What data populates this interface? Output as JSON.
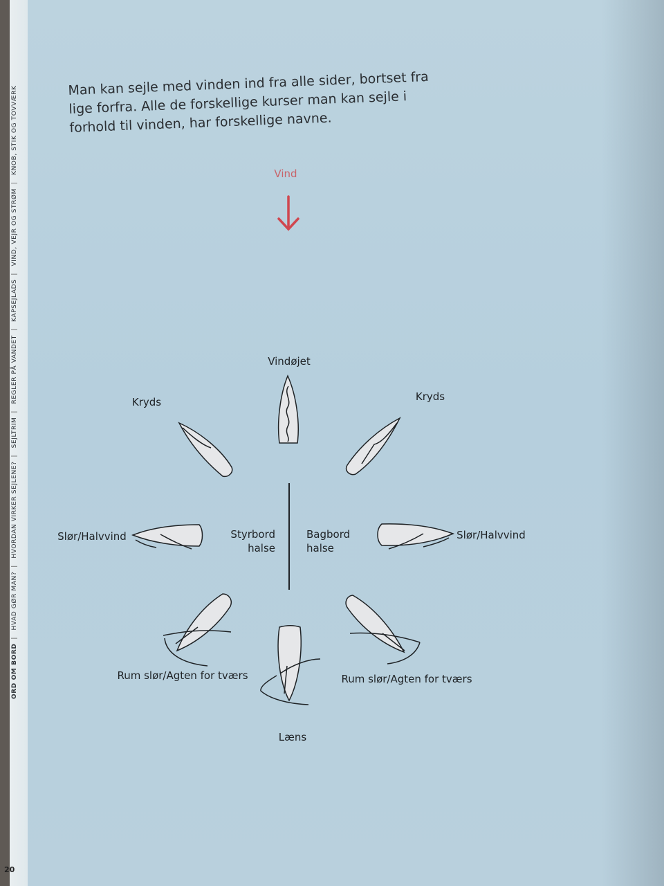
{
  "intro_text": "Man kan sejle med vinden ind fra alle sider, bortset fra lige forfra. Alle de forskellige kurser man kan sejle i forhold til vinden, har forskellige navne.",
  "side_nav": [
    "ORD OM BORD",
    "HVAD GØR MAN?",
    "HVORDAN VIRKER SEJLENE?",
    "SEJLTRIM",
    "REGLER PÅ VANDET",
    "KAPSEJLADS",
    "VIND, VEJR OG STRØM",
    "KNOB, STIK OG TOVVÆRK"
  ],
  "page_number": "20",
  "diagram": {
    "wind_label": "Vind",
    "wind_color": "#d0474f",
    "labels": {
      "vindojet": "Vindøjet",
      "kryds_left": "Kryds",
      "kryds_right": "Kryds",
      "slor_left": "Slør/Halvvind",
      "slor_right": "Slør/Halvvind",
      "styrbord_line1": "Styrbord",
      "styrbord_line2": "halse",
      "bagbord_line1": "Bagbord",
      "bagbord_line2": "halse",
      "rum_left": "Rum slør/Agten for tværs",
      "rum_right": "Rum slør/Agten for tværs",
      "laens": "Læns"
    }
  }
}
